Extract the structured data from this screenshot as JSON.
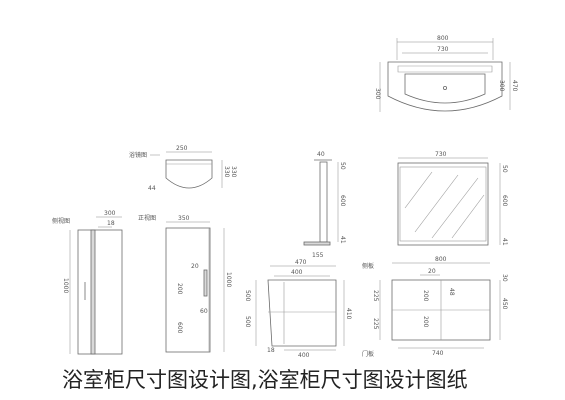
{
  "caption": "浴室柜尺寸图设计图,浴室柜尺寸图设计图纸",
  "views": {
    "basin_top": {
      "width_total": "800",
      "width_inner": "730",
      "depth": "300",
      "depth_right": "470"
    },
    "small_profile": {
      "width": "250",
      "height": "330",
      "label": "浴镜图",
      "mark": "44"
    },
    "tall_cabinet": {
      "width": "300",
      "offset": "18",
      "height": "1000",
      "label": "侧视图"
    },
    "tall_side": {
      "width": "350",
      "h1": "1000",
      "h2": "20",
      "h3": "600",
      "h4": "60",
      "h5": "200",
      "label": "正视图"
    },
    "mirror_side": {
      "top": "40",
      "t1": "50",
      "h": "600",
      "b": "155",
      "b2": "41"
    },
    "mirror_front": {
      "width": "730",
      "t": "50",
      "h": "600",
      "b": "41"
    },
    "vanity_side": {
      "w1": "470",
      "w2": "400",
      "h1": "500",
      "h2": "500",
      "bottom": "400",
      "b2": "18",
      "mid": "410"
    },
    "vanity_front": {
      "w": "800",
      "w2": "20",
      "w3": "740",
      "h1": "225",
      "h2": "225",
      "mid": "200",
      "mid2": "48",
      "label_top": "侧板",
      "label_bottom": "门板",
      "side": "450",
      "side_top": "30"
    }
  }
}
